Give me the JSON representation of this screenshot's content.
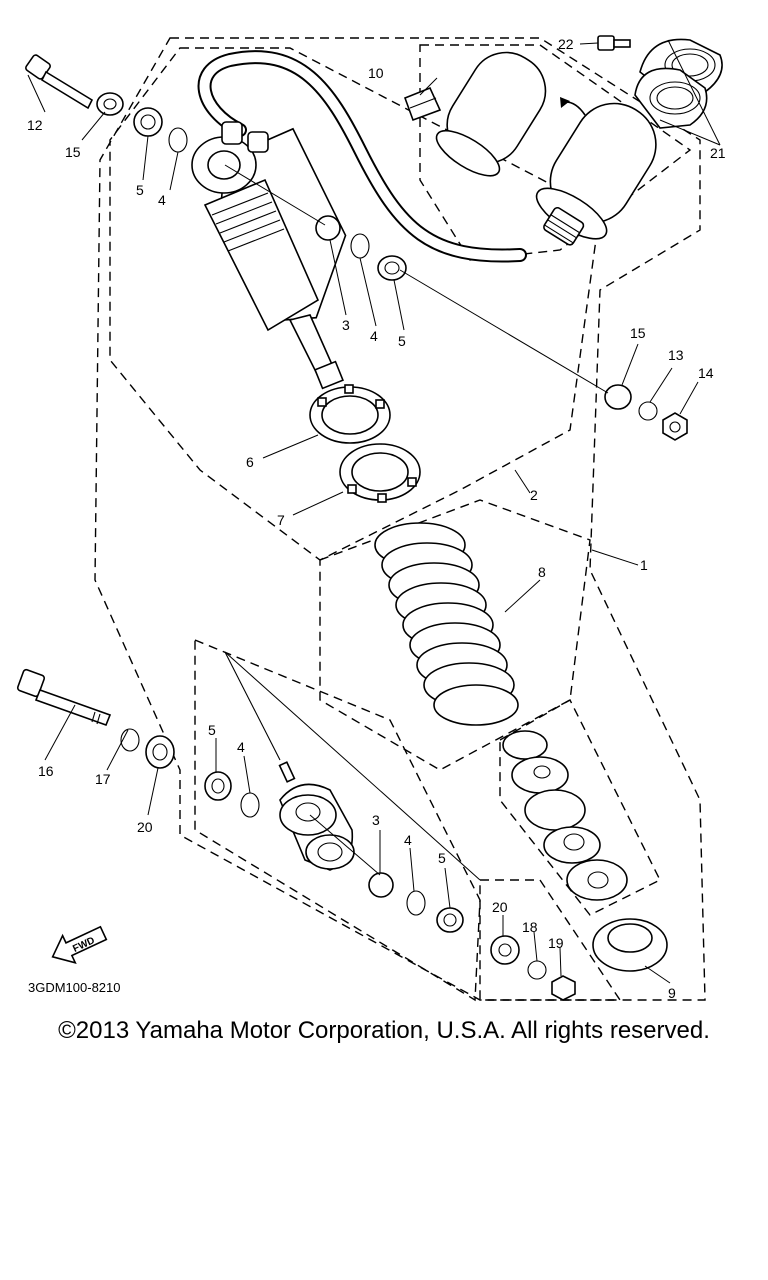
{
  "diagram_code": "3GDM100-8210",
  "fwd_label": "FWD",
  "copyright": "©2013 Yamaha Motor Corporation, U.S.A. All rights reserved.",
  "callouts": [
    "1",
    "2",
    "3",
    "4",
    "5",
    "6",
    "7",
    "8",
    "9",
    "10",
    "12",
    "13",
    "14",
    "15",
    "16",
    "17",
    "18",
    "19",
    "20",
    "21",
    "22"
  ]
}
